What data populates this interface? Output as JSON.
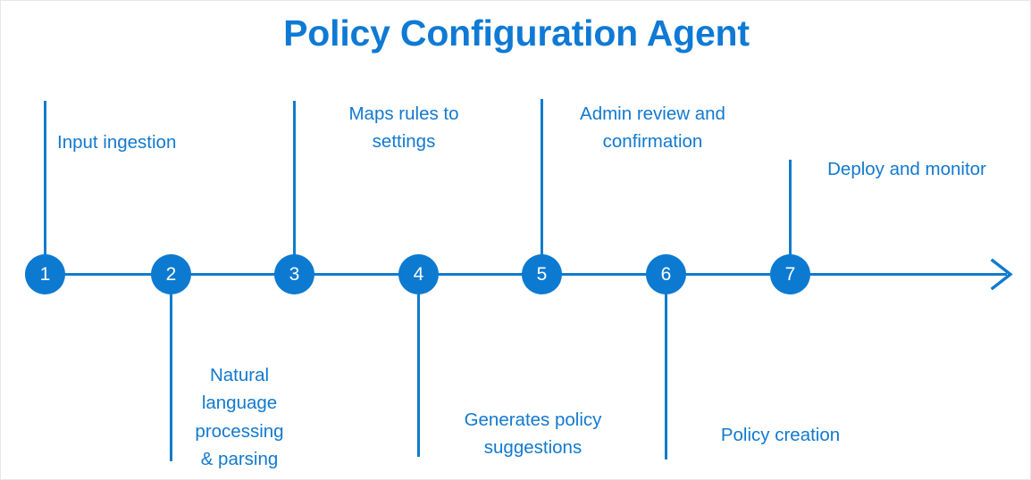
{
  "diagram": {
    "title": "Policy Configuration Agent",
    "type": "timeline",
    "accent_color": "#0c7ad1",
    "title_color": "#0f7ad4",
    "label_color": "#1279cf",
    "background_color": "#ffffff",
    "arrow_icon": "right-arrow-icon",
    "steps": [
      {
        "number": "1",
        "label": "Input ingestion",
        "position": "above"
      },
      {
        "number": "2",
        "label": "Natural\nlanguage\nprocessing\n& parsing",
        "position": "below"
      },
      {
        "number": "3",
        "label": "Maps rules to\nsettings",
        "position": "above"
      },
      {
        "number": "4",
        "label": "Generates policy\nsuggestions",
        "position": "below"
      },
      {
        "number": "5",
        "label": "Admin review and\nconfirmation",
        "position": "above"
      },
      {
        "number": "6",
        "label": "Policy creation",
        "position": "below"
      },
      {
        "number": "7",
        "label": "Deploy and monitor",
        "position": "above"
      }
    ]
  }
}
